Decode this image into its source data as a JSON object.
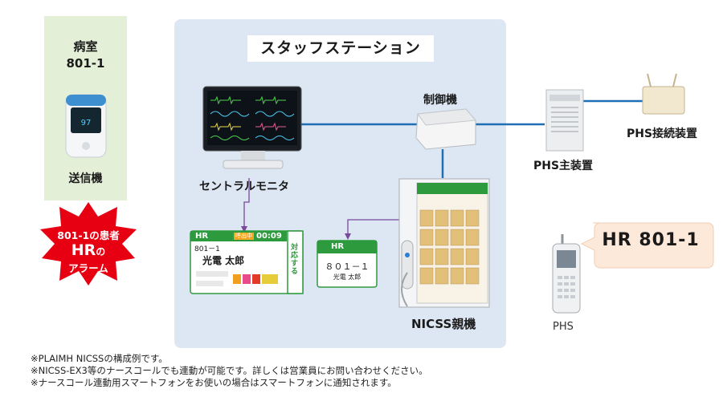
{
  "room": {
    "title": "病室",
    "number": "801-1",
    "device_label": "送信機"
  },
  "alarm": {
    "line1": "801-1の患者",
    "line2": "HR",
    "line2_suffix": "の",
    "line3": "アラーム"
  },
  "station": {
    "title": "スタッフステーション"
  },
  "central_monitor": {
    "label": "セントラルモニタ"
  },
  "controller": {
    "label": "制御機"
  },
  "phs_main": {
    "label": "PHS主装置"
  },
  "phs_connector": {
    "label": "PHS接続装置"
  },
  "nicss": {
    "label": "NICSS親機"
  },
  "phs": {
    "label": "PHS",
    "bubble": "HR  801-1"
  },
  "card_large": {
    "hr": "HR",
    "timer": "00:09",
    "status": "呼出中",
    "room": "801－1",
    "name": "光電 太郎",
    "side_label": "対応する"
  },
  "card_small": {
    "hr": "HR",
    "room": "８０１－１",
    "name": "光電 太郎"
  },
  "footnotes": [
    "※PLAIMH NICSSの構成例です。",
    "※NICSS-EX3等のナースコールでも連動が可能です。詳しくは営業員にお問い合わせください。",
    "※ナースコール連動用スマートフォンをお使いの場合はスマートフォンに通知されます。"
  ],
  "colors": {
    "accent_green": "#2e9a3e",
    "line_blue": "#1f6fb5",
    "arrow_purple": "#7a4a9a",
    "alarm_red": "#e60012"
  }
}
